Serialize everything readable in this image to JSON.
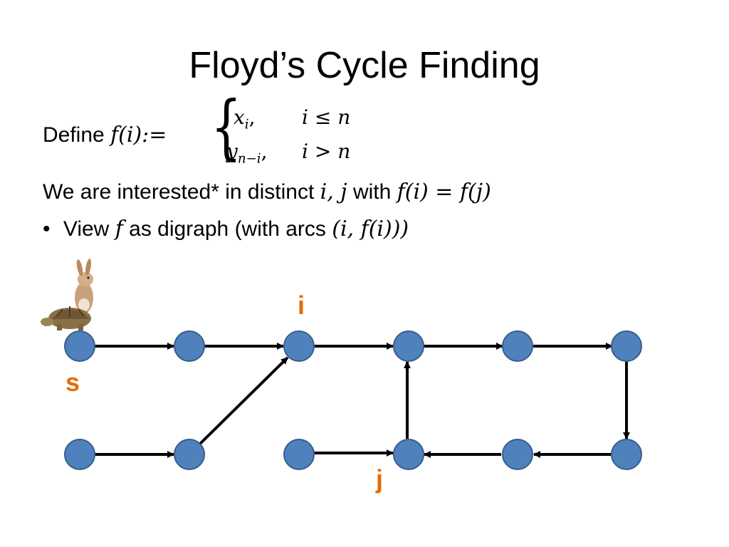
{
  "slide": {
    "title": "Floyd’s Cycle Finding",
    "define_label": "Define ",
    "define_func": "f(i):=",
    "case1_expr": "x",
    "case1_sub": "i",
    "case1_sep": ",",
    "case1_cond": "i ≤ n",
    "case2_expr": "y",
    "case2_sub": "n−i",
    "case2_sep": ",",
    "case2_cond": "i > n",
    "interest_text": "We are interested* in distinct ",
    "interest_vars": "i, j",
    "interest_with": " with ",
    "interest_eq": "f(i) = f(j)",
    "bullet_symbol": "•",
    "bullet_text1": "View ",
    "bullet_var": "f",
    "bullet_text2": " as digraph (with arcs ",
    "bullet_arc": "(i, f(i)))"
  },
  "diagram": {
    "labels": {
      "start": "s",
      "i": "i",
      "j": "j"
    },
    "node_color": "#4F81BD",
    "node_border": "#385D8A",
    "label_color": "#E46C0A",
    "icons": [
      "rabbit-icon",
      "tortoise-icon"
    ]
  }
}
